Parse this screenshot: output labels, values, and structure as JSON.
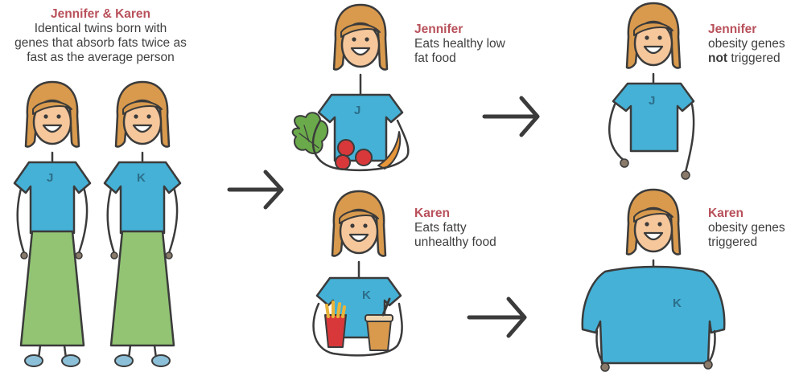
{
  "twins": {
    "title": "Jennifer & Karen",
    "line1": "Identical twins born with",
    "line2": "genes that absorb fats twice as",
    "line3": "fast as the average person"
  },
  "jennifer_diet": {
    "name": "Jennifer",
    "line1": "Eats healthy low",
    "line2": "fat food"
  },
  "karen_diet": {
    "name": "Karen",
    "line1": "Eats fatty",
    "line2": "unhealthy food"
  },
  "jennifer_result": {
    "name": "Jennifer",
    "line1": "obesity genes",
    "emphasis": "not",
    "line2_rest": " triggered"
  },
  "karen_result": {
    "name": "Karen",
    "line1": "obesity genes",
    "line2": "triggered"
  },
  "shirt_letters": {
    "jennifer": "J",
    "karen": "K"
  },
  "colors": {
    "name_text": "#b8505a",
    "body_text": "#3f3f3f",
    "shirt": "#45b1d6",
    "skirt": "#92c474",
    "hair": "#d99a4e",
    "skin": "#f6c79b",
    "stroke": "#3b3b3b",
    "shoe": "#8cc0d8"
  }
}
